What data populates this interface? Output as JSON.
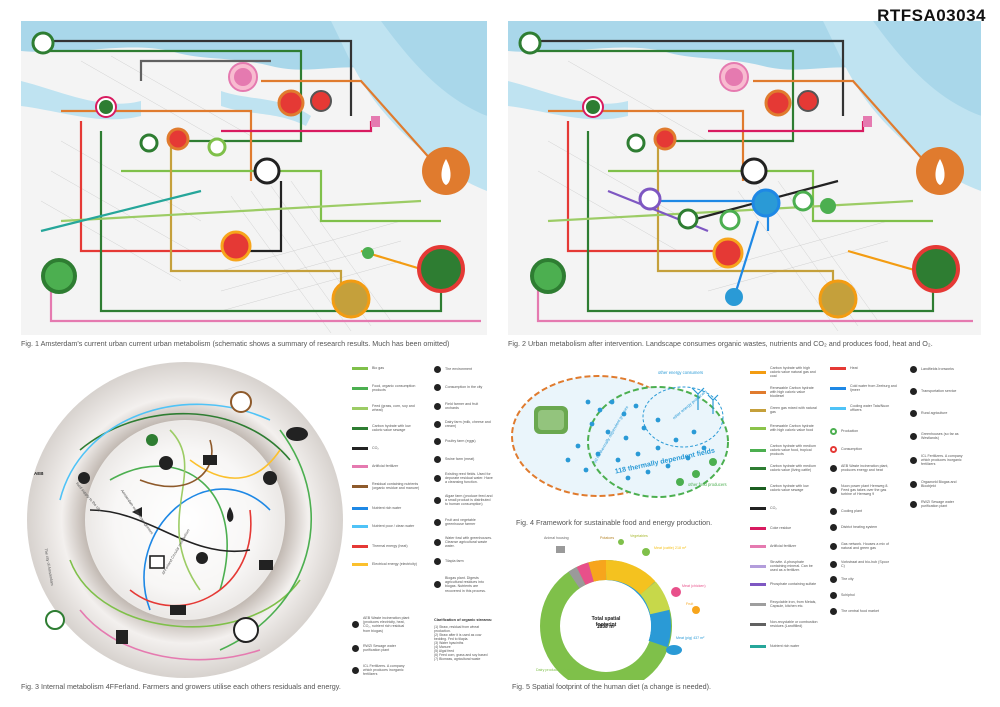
{
  "code": "RTFSA03034",
  "captions": {
    "fig1": "Fig. 1 Amsterdam's current urban current urban metabolism (schematic shows a summary of research results. Much has been omitted)",
    "fig2": "Fig. 2 Urban metabolism after intervention. Landscape consumes organic wastes, nutrients and CO₂ and produces food, heat and O₂.",
    "fig3": "Fig. 3 Internal metabolism 4FFerland. Farmers and growers utilise each others residuals and energy.",
    "fig4": "Fig. 4 Framework for sustainable food and energy production.",
    "fig5": "Fig. 5 Spatial footprint of the human diet (a change is needed)."
  },
  "fig3": {
    "labels": [
      "AEB",
      "4FFerland Circular metabolism",
      "The city of Amsterdam",
      "food supply to the city",
      "Amsterdam waste management"
    ]
  },
  "fig4": {
    "labels": [
      "50 ha thermally dependent grasses",
      "118 thermally dependent fields",
      "other energy consumers",
      "other energy producers",
      "other food producers"
    ]
  },
  "fig5": {
    "center_title": "Total spatial footprint",
    "center_value": "1853 m²",
    "slices": [
      {
        "label": "Dairy products",
        "value": "772 m²",
        "color": "#7fc04a"
      },
      {
        "label": "Meat (pig)",
        "value": "437 m²",
        "color": "#2a9ad6"
      },
      {
        "label": "Meat (cattle)",
        "value": "218 m²",
        "color": "#f4c21f"
      },
      {
        "label": "Vegetables",
        "value": "",
        "color": "#c7d84a"
      },
      {
        "label": "Fruit",
        "value": "",
        "color": "#f7a51c"
      },
      {
        "label": "Meat (chicken)",
        "value": "",
        "color": "#e8508a"
      },
      {
        "label": "Animal housing",
        "value": "",
        "color": "#9a9a9a"
      },
      {
        "label": "Potatoes",
        "value": "",
        "color": "#b6862c"
      }
    ]
  },
  "legend3": {
    "rows": [
      {
        "label": "Bio gas",
        "color": "#7fc04a"
      },
      {
        "label": "Food, organic consumption products",
        "color": "#4caf50"
      },
      {
        "label": "Feed (grass, corn, soy and wheat)",
        "color": "#9ccc65"
      },
      {
        "label": "Carbon hydrate with low caloric value sewage",
        "color": "#2e7d32"
      },
      {
        "label": "CO₂",
        "color": "#222222"
      },
      {
        "label": "Artificial fertilizer",
        "color": "#e57ab0"
      },
      {
        "label": "Residual containing nutrients (organic residue and manure)",
        "color": "#8e5a2b"
      },
      {
        "label": "Nutrient rich water",
        "color": "#1e88e5"
      },
      {
        "label": "Nutrient poor / clean water",
        "color": "#4fc3f7"
      },
      {
        "label": "Thermal energy (heat)",
        "color": "#e53935"
      },
      {
        "label": "Electrical energy (electricity)",
        "color": "#fbc02d"
      }
    ],
    "icons": [
      {
        "label": "The environment"
      },
      {
        "label": "Consumption in the city"
      },
      {
        "label": "Field farmer and fruit orchards"
      },
      {
        "label": "Dairy farm (milk, cheese and cream)"
      },
      {
        "label": "Poultry farm (eggs)"
      },
      {
        "label": "Swine farm (meat)"
      },
      {
        "label": "Existing reed fields. Used for depurate residual water. Have a cleansing function."
      },
      {
        "label": "Algae farm (produce feed and a small product is distributed to human consumption)"
      },
      {
        "label": "Fruit and vegetable greenhouse farmer"
      },
      {
        "label": "Water fowl with greenhouses. Cleanse agricultural waste water."
      },
      {
        "label": "Tilapia farm"
      },
      {
        "label": "Biogas plant. Digests agricultural residues into biogas. Nutrients are recovered in this process."
      }
    ],
    "bottom_icons": [
      {
        "label": "AEB Waste incineration plant (produces electricity, heat, CO₂, nutrient rich residual from biogas)"
      },
      {
        "label": "RWZI Sewage water purification plant"
      },
      {
        "label": "ICL Fertilizers. A company which produces inorganic fertilizers"
      }
    ],
    "notes_title": "Clarification of organic streams:",
    "notes": [
      "(1) Straw, residual from wheat production.",
      "(2) Straw after it is used as cow bedding. Fed to tilapia.",
      "(3) Water hyacinths",
      "(4) Manure",
      "(5) Algal feed",
      "(6) Feed corn, grass and soy based",
      "(7) Biomass, agricultural waste"
    ]
  },
  "legend5": {
    "rows": [
      {
        "label": "Carbon hydrate with high caloric value natural gas and coal",
        "color": "#f39c12"
      },
      {
        "label": "Renewable Carbon hydrate with high caloric value biodiesel",
        "color": "#e07b2e"
      },
      {
        "label": "Green gas mixed with natural gas",
        "color": "#c5a03b"
      },
      {
        "label": "Renewable Carbon hydrate with high caloric value food",
        "color": "#8bc34a"
      },
      {
        "label": "Carbon hydrate with medium caloric value food, tropical products",
        "color": "#4caf50"
      },
      {
        "label": "Carbon hydrate with medium caloric value (living cattle)",
        "color": "#2e7d32"
      },
      {
        "label": "Carbon hydrate with low caloric value sewage",
        "color": "#1b5e20"
      },
      {
        "label": "CO₂",
        "color": "#222222"
      },
      {
        "label": "Coke residue",
        "color": "#d81b60"
      },
      {
        "label": "Artificial fertilizer",
        "color": "#e57ab0"
      },
      {
        "label": "Struvite. A phosphate containing mineral. Can be used as a fertilizer.",
        "color": "#b39ddb"
      },
      {
        "label": "Phosphate containing sulfate",
        "color": "#7e57c2"
      },
      {
        "label": "Recyclable iron, from Metals, Capsule, kitchen etc.",
        "color": "#9e9e9e"
      },
      {
        "label": "Non-recyclable or combustion residues (Landfilled)",
        "color": "#616161"
      },
      {
        "label": "Nutrient rich water",
        "color": "#26a69a"
      }
    ],
    "rows_mid": [
      {
        "label": "Heat",
        "color": "#e53935"
      },
      {
        "label": "Cold water from Zeeburg and Ijmeer",
        "color": "#1e88e5"
      },
      {
        "label": "Cooling water Tata/Nuon officers",
        "color": "#4fc3f7"
      }
    ],
    "icons_mid": [
      {
        "label": "Production"
      },
      {
        "label": "Consumption"
      },
      {
        "label": "AEB Waste incineration plant, produces energy and heat"
      },
      {
        "label": "Nuon power plant Hemweg 8. Feed gas takes over the gas turbine of Hemweg 9"
      },
      {
        "label": "Cooling plant"
      },
      {
        "label": "District heating system"
      },
      {
        "label": "Gas network. Houses a mix of natural and green gas"
      },
      {
        "label": "Vorkstraat and bio-hub (Spoor C)"
      },
      {
        "label": "The city"
      },
      {
        "label": "Schiphol"
      },
      {
        "label": "The central food market"
      }
    ],
    "icons_right": [
      {
        "label": "Landfields Ironworks"
      },
      {
        "label": "Transportation service"
      },
      {
        "label": "Rural agriculture"
      },
      {
        "label": "Greenhouses (so far as Westlands)"
      },
      {
        "label": "ICL Fertilizers. A company which produces inorganic fertilizers"
      },
      {
        "label": "Orgaworld Biogas and Bioobjekt"
      },
      {
        "label": "RWZI Sewage water purification plant"
      }
    ]
  }
}
